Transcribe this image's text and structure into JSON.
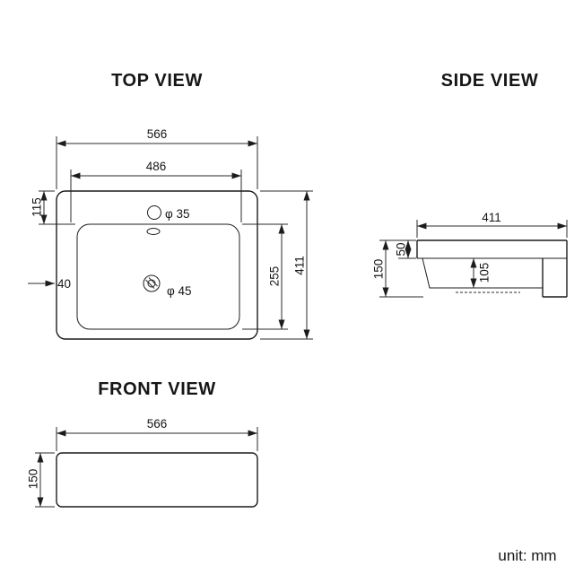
{
  "unit_label": "unit: mm",
  "top_view": {
    "title": "TOP VIEW",
    "dims": {
      "outer_width": "566",
      "basin_width": "486",
      "rim_to_basin_top": "115",
      "side_gap": "40",
      "faucet_hole_diameter": "φ 35",
      "drain_hole_diameter": "φ 45",
      "basin_depth": "255",
      "outer_depth": "411"
    }
  },
  "side_view": {
    "title": "SIDE VIEW",
    "dims": {
      "depth": "411",
      "rim_thickness": "50",
      "total_height": "150",
      "bowl_height": "105"
    }
  },
  "front_view": {
    "title": "FRONT VIEW",
    "dims": {
      "width": "566",
      "height": "150"
    }
  }
}
